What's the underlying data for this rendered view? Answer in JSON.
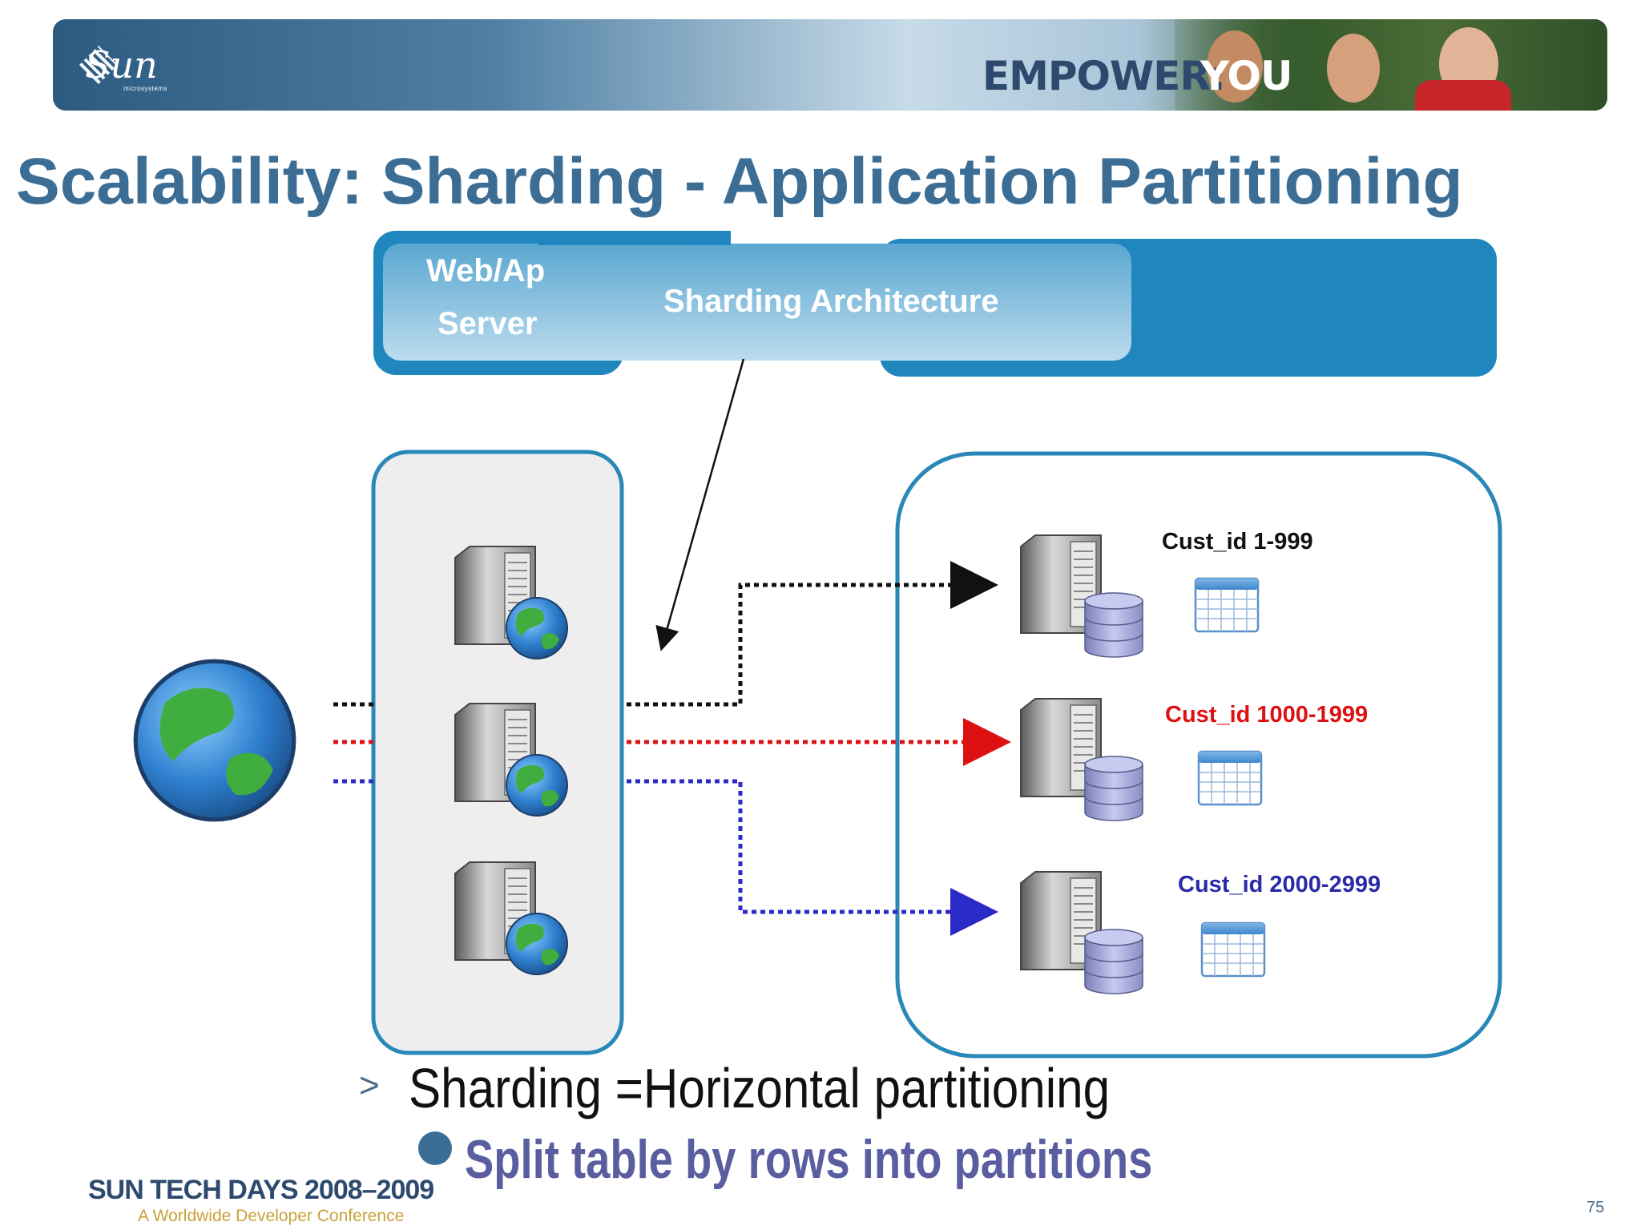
{
  "header": {
    "logo_text": "Sun",
    "logo_subtext": "microsystems",
    "slogan_prefix": "EMPOWER:",
    "slogan_suffix": "YOU"
  },
  "slide": {
    "title": "Scalability: Sharding - Application Partitioning",
    "page_number": "75"
  },
  "diagram": {
    "web_app_server_line1": "Web/Ap",
    "web_app_server_line2": "Server",
    "sharding_architecture": "Sharding Architecture",
    "shards": [
      {
        "label": "Cust_id 1-999",
        "color": "#111111"
      },
      {
        "label": "Cust_id 1000-1999",
        "color": "#dd1111"
      },
      {
        "label": "Cust_id 2000-2999",
        "color": "#2a2aa8"
      }
    ],
    "line_colors": {
      "black": "#111111",
      "red": "#dd1111",
      "blue": "#2a2ac8"
    }
  },
  "bullets": {
    "marker": ">",
    "level1": "Sharding =Horizontal partitioning",
    "level2": "Split table by rows into partitions"
  },
  "footer": {
    "event_name": "SUN TECH DAYS 2008–2009",
    "event_tagline": "A Worldwide Developer Conference"
  },
  "colors": {
    "title": "#3c6e95",
    "box_border": "#2a88b8",
    "box_fill": "#1f87bd"
  }
}
